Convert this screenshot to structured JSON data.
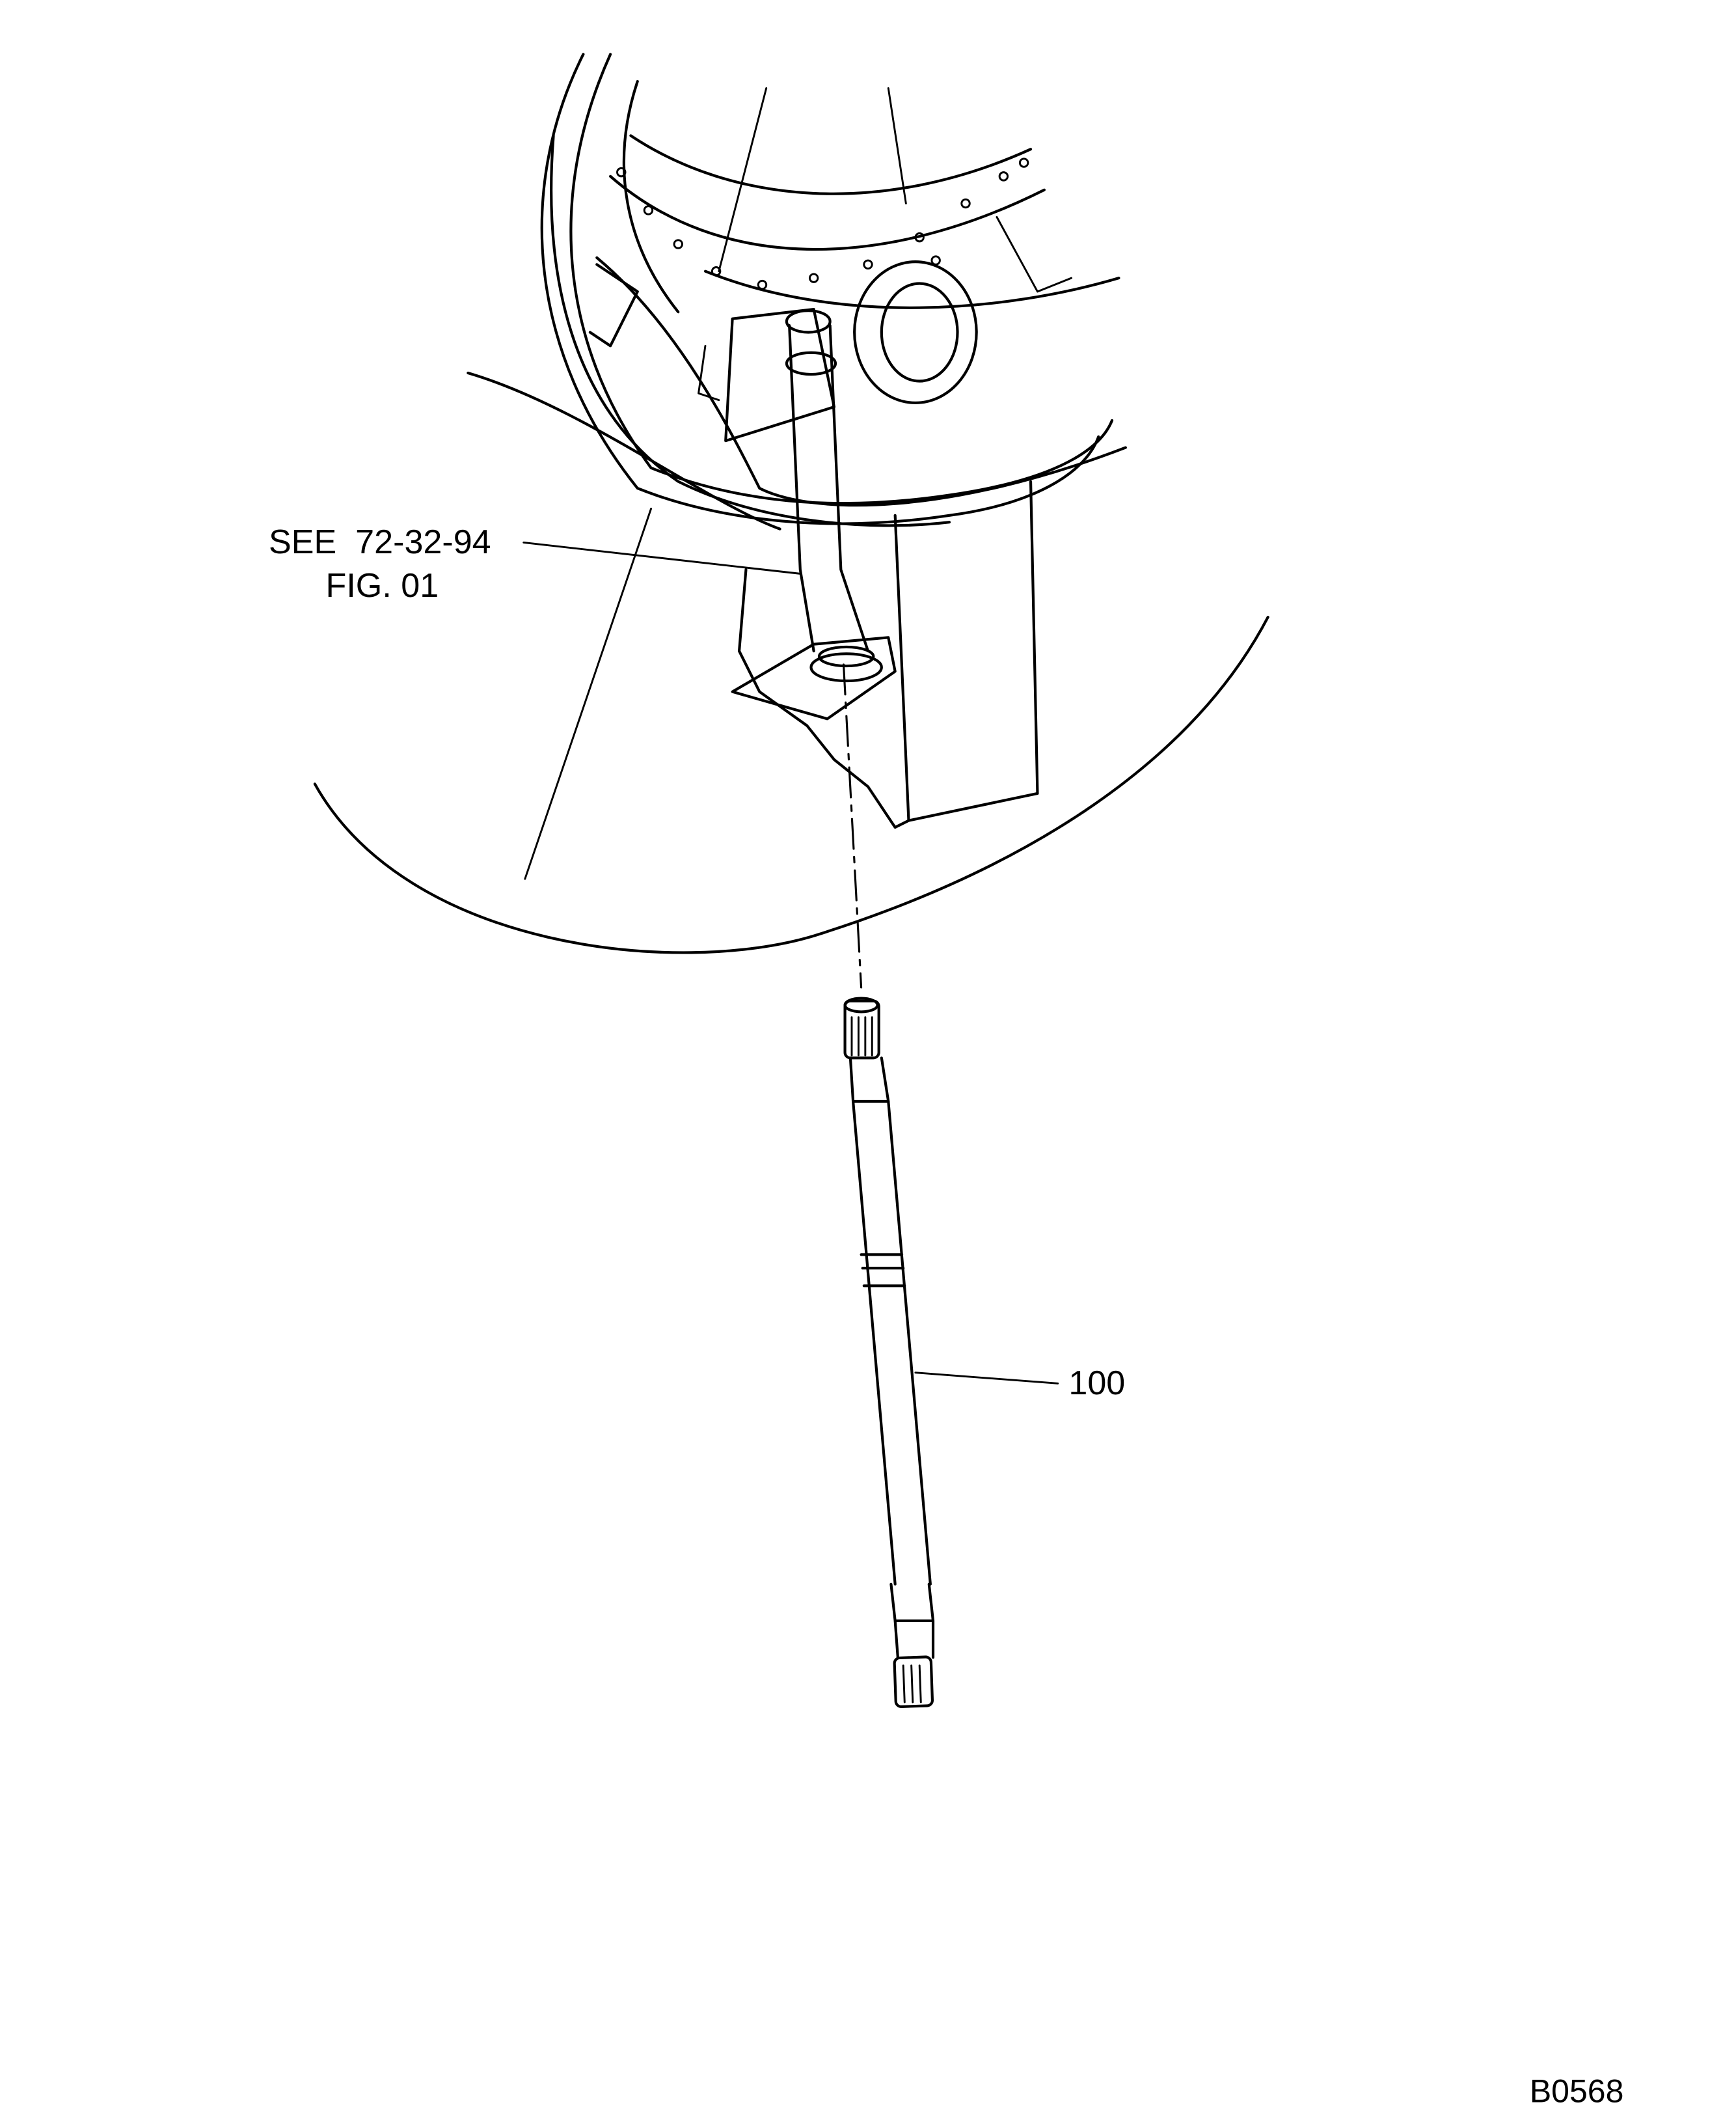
{
  "callouts": {
    "reference_line1": "SEE  72-32-94",
    "reference_line2": "FIG. 01",
    "item_number": "100"
  },
  "figure_id": "B0568",
  "colors": {
    "ink": "#000000",
    "background": "#ffffff"
  }
}
